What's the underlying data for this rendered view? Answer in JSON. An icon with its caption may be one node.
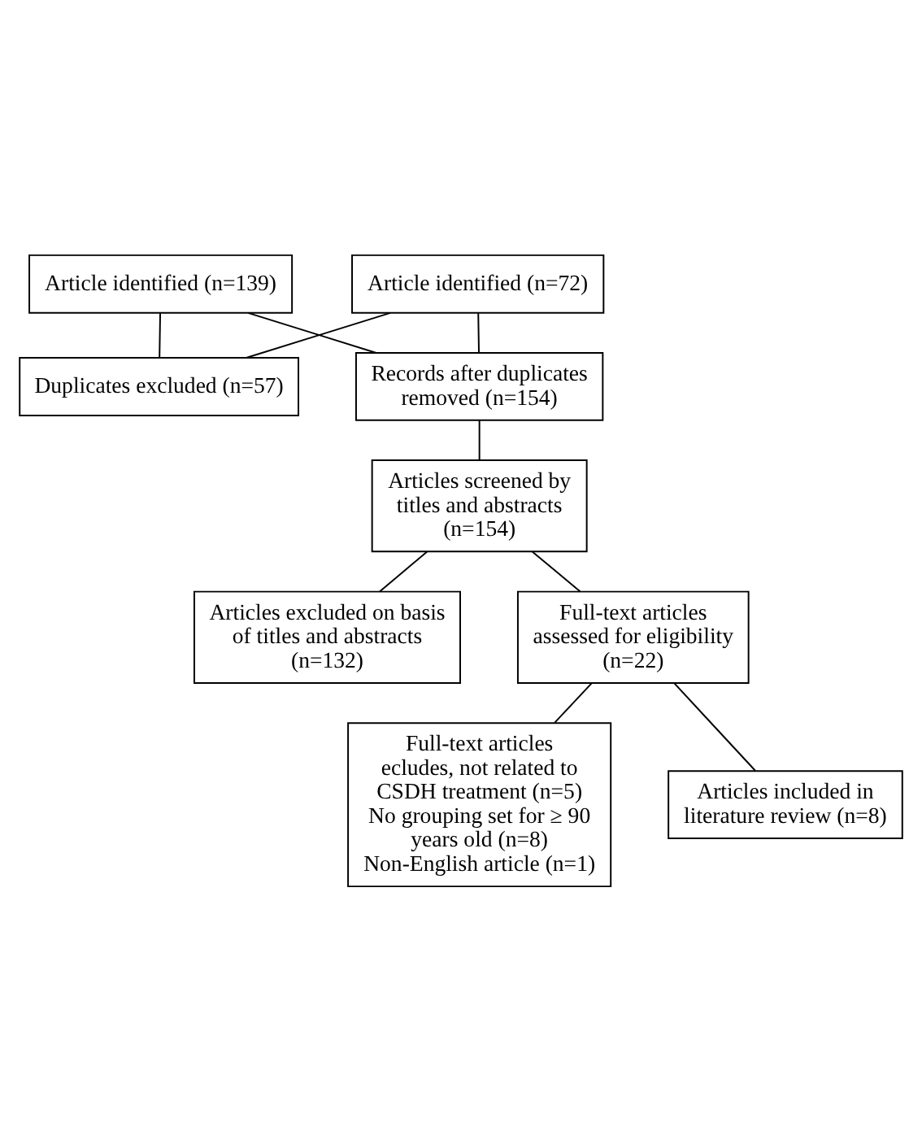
{
  "diagram": {
    "nodes": [
      {
        "text": [
          "Article identified (n=139)"
        ]
      },
      {
        "text": [
          "Article identified (n=72)"
        ]
      },
      {
        "text": [
          "Duplicates excluded (n=57)"
        ]
      },
      {
        "text": [
          "Records after duplicates removed (n=154)"
        ]
      },
      {
        "text": [
          "Articles screened by titles and abstracts (n=154)"
        ]
      },
      {
        "text": [
          "Articles excluded on basis of titles and abstracts (n=132)"
        ]
      },
      {
        "text": [
          "Full-text articles assessed for eligibility (n=22)"
        ]
      },
      {
        "text": [
          "Full-text articles ecludes, not related to CSDH treatment (n=5)",
          "No grouping set for ≥ 90 years old (n=8)",
          "Non-English article (n=1)"
        ]
      },
      {
        "text": [
          "Articles included in literature review (n=8)"
        ]
      }
    ],
    "edges": [
      {
        "from": 0,
        "to": 2,
        "arrow": "none"
      },
      {
        "from": 1,
        "to": 2,
        "arrow": "none"
      },
      {
        "from": 0,
        "to": 3,
        "arrow": "none"
      },
      {
        "from": 1,
        "to": 3,
        "arrow": "none"
      },
      {
        "from": 3,
        "to": 4,
        "arrow": "none"
      },
      {
        "from": 4,
        "to": 5,
        "arrow": "none"
      },
      {
        "from": 4,
        "to": 6,
        "arrow": "none"
      },
      {
        "from": 6,
        "to": 7,
        "arrow": "none"
      },
      {
        "from": 6,
        "to": 8,
        "arrow": "none"
      }
    ]
  }
}
